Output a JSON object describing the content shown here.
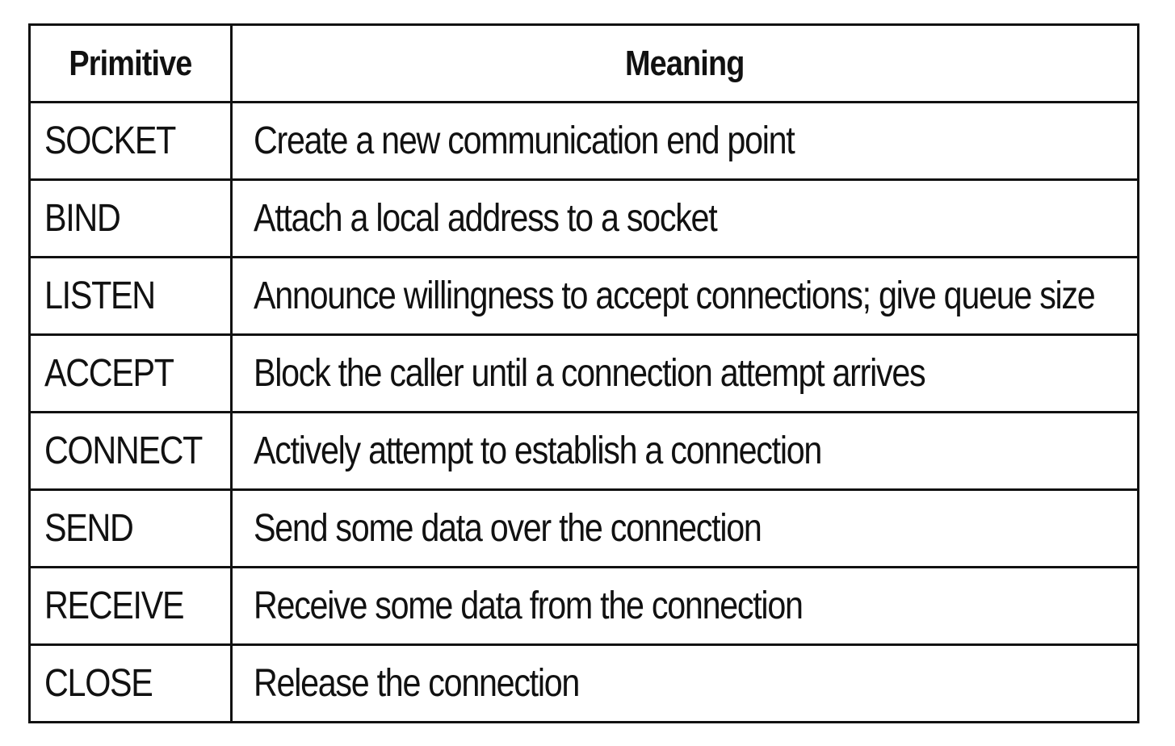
{
  "table": {
    "headers": [
      "Primitive",
      "Meaning"
    ],
    "rows": [
      {
        "primitive": "SOCKET",
        "meaning": "Create a new communication end point"
      },
      {
        "primitive": "BIND",
        "meaning": "Attach a local address to a socket"
      },
      {
        "primitive": "LISTEN",
        "meaning": "Announce willingness to accept connections; give queue size"
      },
      {
        "primitive": "ACCEPT",
        "meaning": "Block the caller until a connection attempt arrives"
      },
      {
        "primitive": "CONNECT",
        "meaning": "Actively attempt to establish a connection"
      },
      {
        "primitive": "SEND",
        "meaning": "Send some data over the connection"
      },
      {
        "primitive": "RECEIVE",
        "meaning": "Receive some data from the connection"
      },
      {
        "primitive": "CLOSE",
        "meaning": "Release the connection"
      }
    ]
  }
}
